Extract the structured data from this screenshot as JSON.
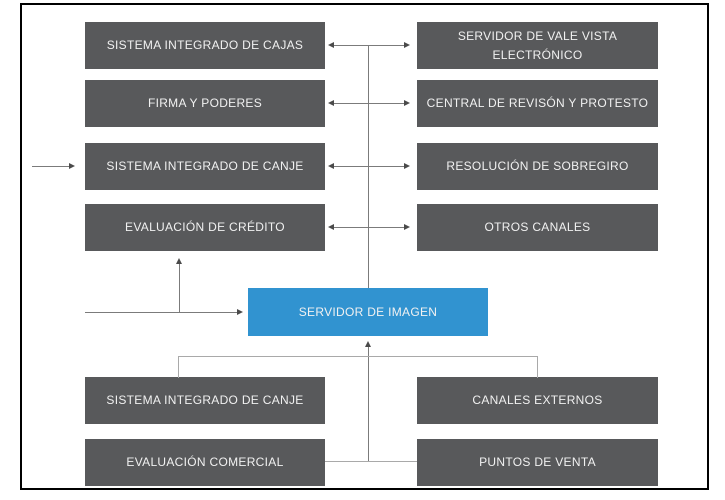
{
  "diagram": {
    "colors": {
      "node_fill": "#58595b",
      "center_node_fill": "#3193d0",
      "node_text": "#f1f1f1",
      "connector": "#7b7b7b",
      "connector_light": "#a9a9a9",
      "arrowhead": "#4a4a4a",
      "frame_border": "#000000"
    },
    "top_left_nodes": [
      {
        "label": "SISTEMA INTEGRADO DE CAJAS"
      },
      {
        "label": "FIRMA Y PODERES"
      },
      {
        "label": "SISTEMA INTEGRADO DE CANJE"
      },
      {
        "label": "EVALUACIÓN DE CRÉDITO"
      }
    ],
    "top_right_nodes": [
      {
        "label": "SERVIDOR DE VALE VISTA\nELECTRÓNICO"
      },
      {
        "label": "CENTRAL DE REVISÓN Y PROTESTO"
      },
      {
        "label": "RESOLUCIÓN DE SOBREGIRO"
      },
      {
        "label": "OTROS CANALES"
      }
    ],
    "center_node": {
      "label": "SERVIDOR DE IMAGEN"
    },
    "bottom_left_nodes": [
      {
        "label": "SISTEMA INTEGRADO DE CANJE"
      },
      {
        "label": "EVALUACIÓN COMERCIAL"
      }
    ],
    "bottom_right_nodes": [
      {
        "label": "CANALES EXTERNOS"
      },
      {
        "label": "PUNTOS DE VENTA"
      }
    ]
  }
}
